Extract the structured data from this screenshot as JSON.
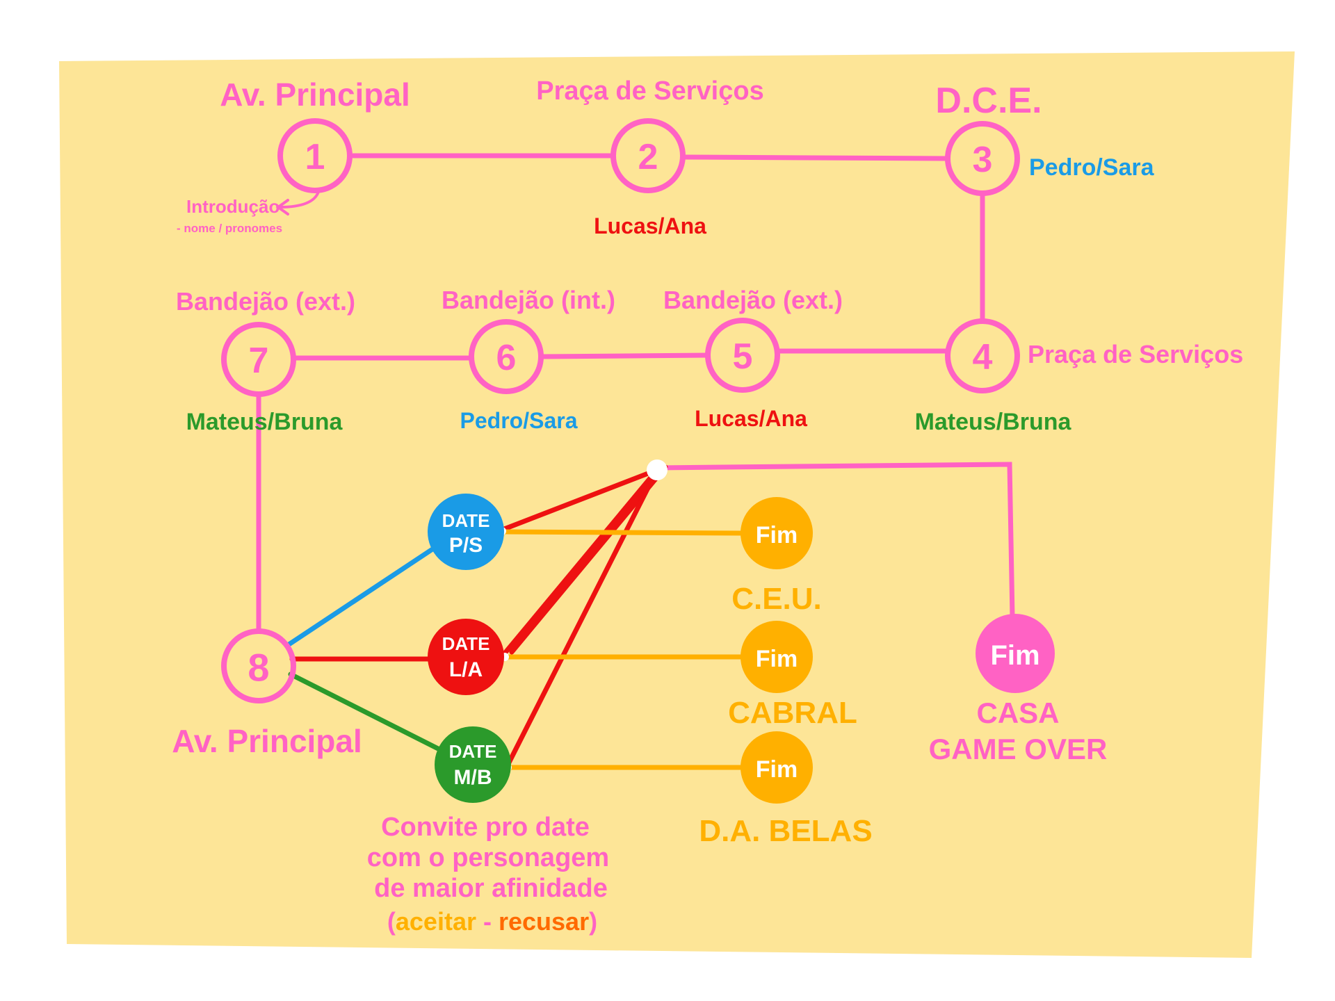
{
  "colors": {
    "paper": "#fde597",
    "pink": "#ff62c4",
    "blue": "#1a9be6",
    "red": "#ee1111",
    "green": "#2b9a2b",
    "orange": "#ffb000",
    "dark_orange": "#ff6a00"
  },
  "stops": [
    {
      "number": "1",
      "place": "Av. Principal",
      "pair": ""
    },
    {
      "number": "2",
      "place": "Praça de Serviços",
      "pair": "Lucas/Ana"
    },
    {
      "number": "3",
      "place": "D.C.E.",
      "pair": "Pedro/Sara"
    },
    {
      "number": "4",
      "place": "Praça de Serviços",
      "pair": "Mateus/Bruna"
    },
    {
      "number": "5",
      "place": "Bandejão (ext.)",
      "pair": "Lucas/Ana"
    },
    {
      "number": "6",
      "place": "Bandejão (int.)",
      "pair": "Pedro/Sara"
    },
    {
      "number": "7",
      "place": "Bandejão (ext.)",
      "pair": "Mateus/Bruna"
    },
    {
      "number": "8",
      "place": "Av. Principal",
      "pair": ""
    }
  ],
  "intro_note": {
    "title": "Introdução",
    "detail": "- nome / pronomes"
  },
  "dates": [
    {
      "line1": "DATE",
      "line2": "P/S"
    },
    {
      "line1": "DATE",
      "line2": "L/A"
    },
    {
      "line1": "DATE",
      "line2": "M/B"
    }
  ],
  "endings": [
    {
      "badge": "Fim",
      "place": "C.E.U."
    },
    {
      "badge": "Fim",
      "place": "CABRAL"
    },
    {
      "badge": "Fim",
      "place": "D.A. BELAS"
    }
  ],
  "game_over": {
    "badge": "Fim",
    "line1": "CASA",
    "line2": "GAME OVER"
  },
  "invite_note": {
    "line1": "Convite pro date",
    "line2": "com o personagem",
    "line3": "de maior afinidade",
    "open": "(",
    "accept": "aceitar",
    "separator": " - ",
    "refuse": "recusar",
    "close": ")"
  }
}
